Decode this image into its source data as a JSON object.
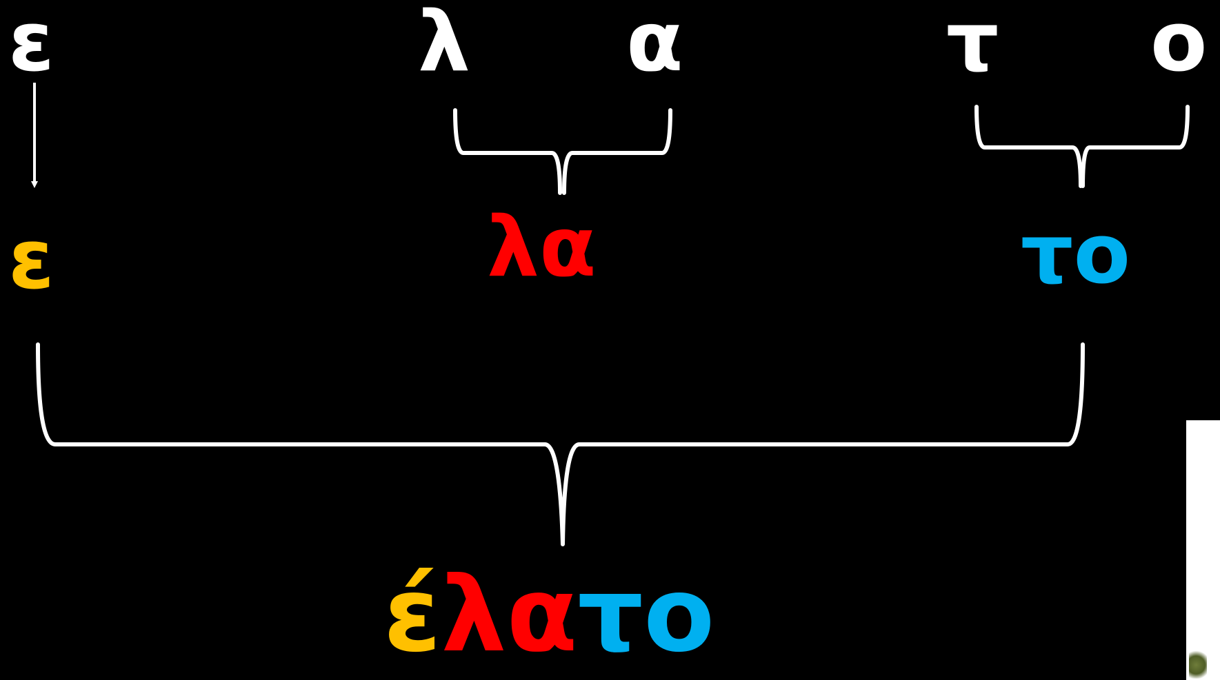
{
  "syllables_source": {
    "e": "ε",
    "l": "λ",
    "a": "α",
    "t": "τ",
    "o": "ο"
  },
  "syllables": {
    "first": "ε",
    "second": "λα",
    "third": "το"
  },
  "word": {
    "part1": "έ",
    "part2": "λα",
    "part3": "το"
  },
  "colors": {
    "background": "#000000",
    "source_letters": "#ffffff",
    "connectors": "#ffffff",
    "syllable_1": "#ffc000",
    "syllable_2": "#ff0000",
    "syllable_3": "#00b0f0"
  },
  "image": {
    "description": "fir tree picture, partially visible"
  }
}
